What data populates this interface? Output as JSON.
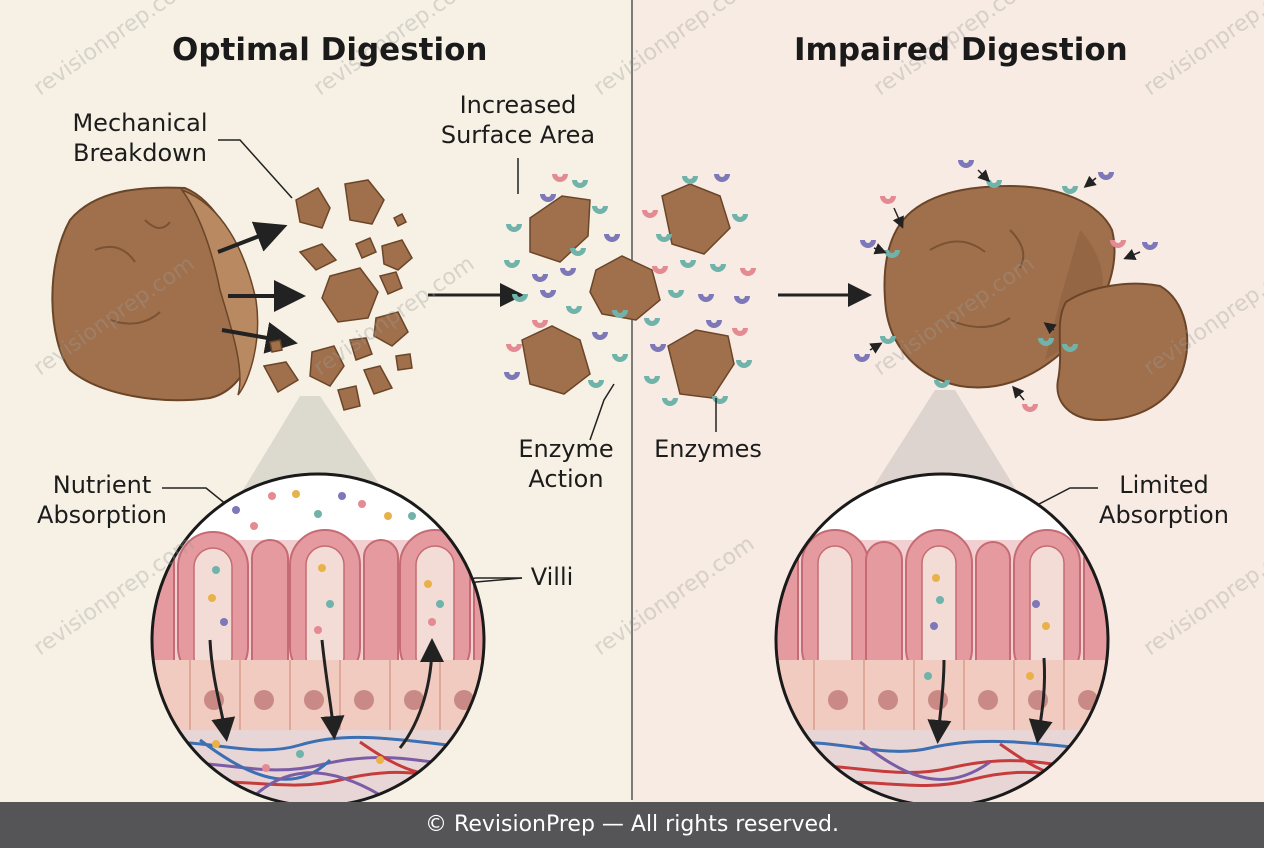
{
  "titles": {
    "left": "Optimal Digestion",
    "right": "Impaired Digestion"
  },
  "labels": {
    "mechanical_breakdown": [
      "Mechanical",
      "Breakdown"
    ],
    "increased_surface_area": [
      "Increased",
      "Surface Area"
    ],
    "enzyme_action": [
      "Enzyme",
      "Action"
    ],
    "enzymes": "Enzymes",
    "nutrient_absorption": [
      "Nutrient",
      "Absorption"
    ],
    "villi": "Villi",
    "limited_absorption": [
      "Limited",
      "Absorption"
    ]
  },
  "footer": "© RevisionPrep — All rights reserved.",
  "watermark": "revisionprep.com",
  "colors": {
    "left_background": "#f6f1e4",
    "right_background": "#f7ebe3",
    "food": "#a0704c",
    "food_dark": "#7a5234",
    "enzyme_teal": "#6fb3aa",
    "enzyme_purple": "#7d78b8",
    "enzyme_pink": "#e48a93",
    "villus": "#e59aa0",
    "cell": "#f1cbbf",
    "vein": "#3d6fb3",
    "artery": "#c63b3b",
    "footer_bar": "#555558"
  }
}
